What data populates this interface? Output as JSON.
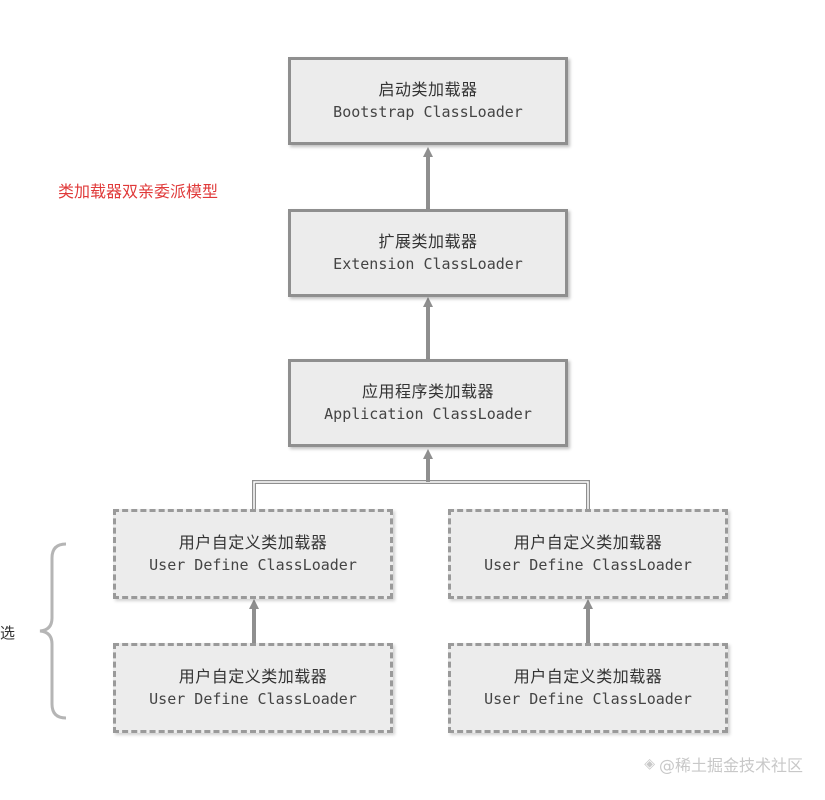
{
  "title": "类加载器双亲委派模型",
  "side_label": "选",
  "watermark": {
    "text": "@稀土掘金技术社区",
    "logo_icon": "juejin-logo-icon"
  },
  "colors": {
    "title": "#e03a3a",
    "box_fill": "#ececec",
    "box_border": "#8f8f8f",
    "arrow": "#8f8f8f"
  },
  "loaders": {
    "bootstrap": {
      "cn": "启动类加载器",
      "en": "Bootstrap ClassLoader"
    },
    "extension": {
      "cn": "扩展类加载器",
      "en": "Extension ClassLoader"
    },
    "application": {
      "cn": "应用程序类加载器",
      "en": "Application ClassLoader"
    },
    "user_left_top": {
      "cn": "用户自定义类加载器",
      "en": "User Define ClassLoader"
    },
    "user_right_top": {
      "cn": "用户自定义类加载器",
      "en": "User Define ClassLoader"
    },
    "user_left_bottom": {
      "cn": "用户自定义类加载器",
      "en": "User Define ClassLoader"
    },
    "user_right_bottom": {
      "cn": "用户自定义类加载器",
      "en": "User Define ClassLoader"
    }
  }
}
